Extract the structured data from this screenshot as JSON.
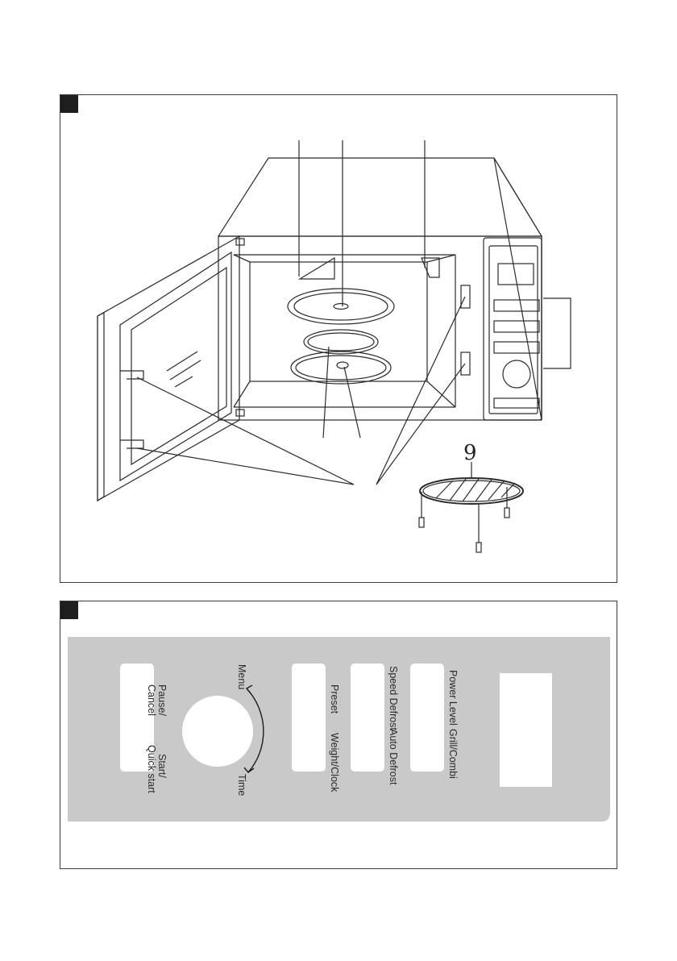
{
  "figure_a": {
    "rack_callout": "9"
  },
  "figure_b": {
    "labels": {
      "pause_cancel_1": "Pause/",
      "pause_cancel_2": "Cancel",
      "start_1": "Start/",
      "start_2": "Quick start",
      "menu": "Menu",
      "time": "Time",
      "preset": "Preset",
      "weight_clock": "Weight/Clock",
      "speed_defrost": "Speed Defrost",
      "auto_defrost": "Auto Defrost",
      "power_level": "Power Level",
      "grill_combi": "Grill/Combi"
    }
  },
  "colors": {
    "panel": "#c9c9c9",
    "line": "#2b2b2b",
    "marker": "#1e1e1e"
  }
}
